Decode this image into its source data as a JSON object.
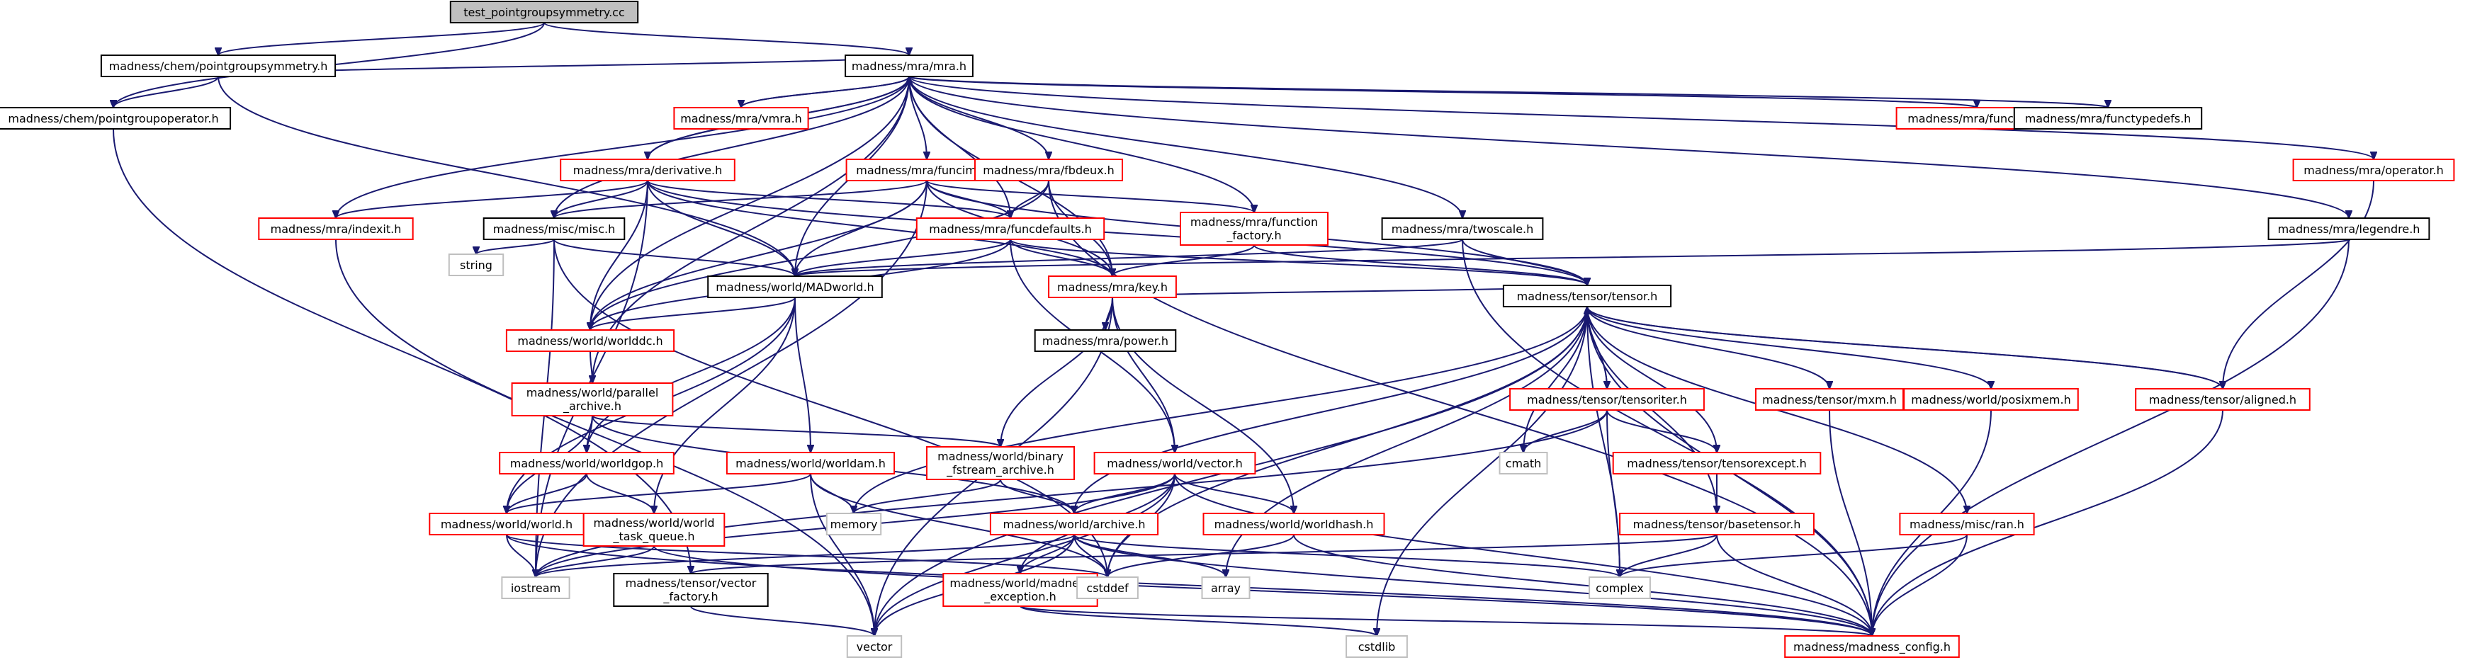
{
  "root_file": "test_pointgroupsymmetry.cc",
  "colors": {
    "root_fill": "#bfbfbf",
    "documented_border": "#000000",
    "undocumented_border": "#ff0000",
    "system_border": "#bfbfbf",
    "edge": "#191970"
  },
  "nodes": [
    {
      "id": "root",
      "label": "test_pointgroupsymmetry.cc",
      "kind": "root"
    },
    {
      "id": "pgsym",
      "label": "madness/chem/pointgroupsymmetry.h",
      "kind": "documented"
    },
    {
      "id": "mra",
      "label": "madness/mra/mra.h",
      "kind": "documented"
    },
    {
      "id": "pgop",
      "label": "madness/chem/pointgroupoperator.h",
      "kind": "documented"
    },
    {
      "id": "vmra",
      "label": "madness/mra/vmra.h",
      "kind": "undocumented"
    },
    {
      "id": "funcplot",
      "label": "madness/mra/funcplot.h",
      "kind": "undocumented"
    },
    {
      "id": "functypedefs",
      "label": "madness/mra/functypedefs.h",
      "kind": "documented"
    },
    {
      "id": "operator",
      "label": "madness/mra/operator.h",
      "kind": "undocumented"
    },
    {
      "id": "derivative",
      "label": "madness/mra/derivative.h",
      "kind": "undocumented"
    },
    {
      "id": "funcimpl",
      "label": "madness/mra/funcimpl.h",
      "kind": "undocumented"
    },
    {
      "id": "fbdeux",
      "label": "madness/mra/fbdeux.h",
      "kind": "undocumented"
    },
    {
      "id": "indexit",
      "label": "madness/mra/indexit.h",
      "kind": "undocumented"
    },
    {
      "id": "misc",
      "label": "madness/misc/misc.h",
      "kind": "documented"
    },
    {
      "id": "funcdefaults",
      "label": "madness/mra/funcdefaults.h",
      "kind": "undocumented"
    },
    {
      "id": "funcfactory",
      "label": "madness/mra/function\n_factory.h",
      "kind": "undocumented"
    },
    {
      "id": "twoscale",
      "label": "madness/mra/twoscale.h",
      "kind": "documented"
    },
    {
      "id": "legendre",
      "label": "madness/mra/legendre.h",
      "kind": "documented"
    },
    {
      "id": "string",
      "label": "string",
      "kind": "system"
    },
    {
      "id": "madworld",
      "label": "madness/world/MADworld.h",
      "kind": "documented"
    },
    {
      "id": "key",
      "label": "madness/mra/key.h",
      "kind": "undocumented"
    },
    {
      "id": "worlddc",
      "label": "madness/world/worlddc.h",
      "kind": "undocumented"
    },
    {
      "id": "power",
      "label": "madness/mra/power.h",
      "kind": "documented"
    },
    {
      "id": "tensor",
      "label": "madness/tensor/tensor.h",
      "kind": "documented"
    },
    {
      "id": "parallel",
      "label": "madness/world/parallel\n_archive.h",
      "kind": "undocumented"
    },
    {
      "id": "tensoriter",
      "label": "madness/tensor/tensoriter.h",
      "kind": "undocumented"
    },
    {
      "id": "mxm",
      "label": "madness/tensor/mxm.h",
      "kind": "undocumented"
    },
    {
      "id": "posixmem",
      "label": "madness/world/posixmem.h",
      "kind": "undocumented"
    },
    {
      "id": "aligned",
      "label": "madness/tensor/aligned.h",
      "kind": "undocumented"
    },
    {
      "id": "worldgop",
      "label": "madness/world/worldgop.h",
      "kind": "undocumented"
    },
    {
      "id": "worldam",
      "label": "madness/world/worldam.h",
      "kind": "undocumented"
    },
    {
      "id": "binfstream",
      "label": "madness/world/binary\n_fstream_archive.h",
      "kind": "undocumented"
    },
    {
      "id": "vectorh",
      "label": "madness/world/vector.h",
      "kind": "undocumented"
    },
    {
      "id": "cmath",
      "label": "cmath",
      "kind": "system"
    },
    {
      "id": "tensorexcept",
      "label": "madness/tensor/tensorexcept.h",
      "kind": "undocumented"
    },
    {
      "id": "worldh",
      "label": "madness/world/world.h",
      "kind": "undocumented"
    },
    {
      "id": "taskqueue",
      "label": "madness/world/world\n_task_queue.h",
      "kind": "undocumented"
    },
    {
      "id": "memory",
      "label": "memory",
      "kind": "system"
    },
    {
      "id": "archive",
      "label": "madness/world/archive.h",
      "kind": "undocumented"
    },
    {
      "id": "worldhash",
      "label": "madness/world/worldhash.h",
      "kind": "undocumented"
    },
    {
      "id": "basetensor",
      "label": "madness/tensor/basetensor.h",
      "kind": "undocumented"
    },
    {
      "id": "ran",
      "label": "madness/misc/ran.h",
      "kind": "undocumented"
    },
    {
      "id": "iostream",
      "label": "iostream",
      "kind": "system"
    },
    {
      "id": "vecfactory",
      "label": "madness/tensor/vector\n_factory.h",
      "kind": "documented"
    },
    {
      "id": "madexcept",
      "label": "madness/world/madness\n_exception.h",
      "kind": "undocumented"
    },
    {
      "id": "cstddef",
      "label": "cstddef",
      "kind": "system"
    },
    {
      "id": "array",
      "label": "array",
      "kind": "system"
    },
    {
      "id": "complex",
      "label": "complex",
      "kind": "system"
    },
    {
      "id": "vector",
      "label": "vector",
      "kind": "system"
    },
    {
      "id": "cstdlib",
      "label": "cstdlib",
      "kind": "system"
    },
    {
      "id": "config",
      "label": "madness/madness_config.h",
      "kind": "undocumented"
    }
  ],
  "edges": [
    [
      "root",
      "pgsym"
    ],
    [
      "root",
      "mra"
    ],
    [
      "root",
      "pgop"
    ],
    [
      "pgsym",
      "pgop"
    ],
    [
      "pgsym",
      "mra"
    ],
    [
      "pgsym",
      "madworld"
    ],
    [
      "pgop",
      "vecfactory"
    ],
    [
      "mra",
      "vmra"
    ],
    [
      "mra",
      "funcplot"
    ],
    [
      "mra",
      "functypedefs"
    ],
    [
      "mra",
      "operator"
    ],
    [
      "mra",
      "derivative"
    ],
    [
      "mra",
      "funcimpl"
    ],
    [
      "mra",
      "fbdeux"
    ],
    [
      "mra",
      "indexit"
    ],
    [
      "mra",
      "misc"
    ],
    [
      "mra",
      "funcdefaults"
    ],
    [
      "mra",
      "funcfactory"
    ],
    [
      "mra",
      "twoscale"
    ],
    [
      "mra",
      "legendre"
    ],
    [
      "mra",
      "madworld"
    ],
    [
      "mra",
      "key"
    ],
    [
      "mra",
      "worlddc"
    ],
    [
      "mra",
      "parallel"
    ],
    [
      "vmra",
      "mra"
    ],
    [
      "operator",
      "aligned"
    ],
    [
      "derivative",
      "mra"
    ],
    [
      "derivative",
      "indexit"
    ],
    [
      "derivative",
      "misc"
    ],
    [
      "derivative",
      "funcdefaults"
    ],
    [
      "derivative",
      "madworld"
    ],
    [
      "derivative",
      "key"
    ],
    [
      "derivative",
      "worlddc"
    ],
    [
      "derivative",
      "iostream"
    ],
    [
      "derivative",
      "tensor"
    ],
    [
      "funcimpl",
      "misc"
    ],
    [
      "funcimpl",
      "funcdefaults"
    ],
    [
      "funcimpl",
      "funcfactory"
    ],
    [
      "funcimpl",
      "madworld"
    ],
    [
      "funcimpl",
      "key"
    ],
    [
      "funcimpl",
      "worlddc"
    ],
    [
      "funcimpl",
      "tensor"
    ],
    [
      "funcimpl",
      "iostream"
    ],
    [
      "fbdeux",
      "funcdefaults"
    ],
    [
      "fbdeux",
      "key"
    ],
    [
      "fbdeux",
      "worlddc"
    ],
    [
      "fbdeux",
      "config"
    ],
    [
      "indexit",
      "vector"
    ],
    [
      "misc",
      "string"
    ],
    [
      "misc",
      "iostream"
    ],
    [
      "misc",
      "madworld"
    ],
    [
      "misc",
      "cstddef"
    ],
    [
      "funcdefaults",
      "madworld"
    ],
    [
      "funcdefaults",
      "key"
    ],
    [
      "funcdefaults",
      "tensor"
    ],
    [
      "funcdefaults",
      "vectorh"
    ],
    [
      "funcdefaults",
      "worlddc"
    ],
    [
      "funcfactory",
      "key"
    ],
    [
      "funcfactory",
      "tensor"
    ],
    [
      "twoscale",
      "tensor"
    ],
    [
      "twoscale",
      "madworld"
    ],
    [
      "twoscale",
      "config"
    ],
    [
      "legendre",
      "madworld"
    ],
    [
      "legendre",
      "config"
    ],
    [
      "madworld",
      "worlddc"
    ],
    [
      "madworld",
      "worldgop"
    ],
    [
      "madworld",
      "worldam"
    ],
    [
      "madworld",
      "worldh"
    ],
    [
      "madworld",
      "taskqueue"
    ],
    [
      "key",
      "power"
    ],
    [
      "key",
      "vectorh"
    ],
    [
      "key",
      "worldhash"
    ],
    [
      "key",
      "binfstream"
    ],
    [
      "key",
      "tensor"
    ],
    [
      "key",
      "vector"
    ],
    [
      "worlddc",
      "parallel"
    ],
    [
      "tensor",
      "tensoriter"
    ],
    [
      "tensor",
      "mxm"
    ],
    [
      "tensor",
      "posixmem"
    ],
    [
      "tensor",
      "aligned"
    ],
    [
      "tensor",
      "cmath"
    ],
    [
      "tensor",
      "tensorexcept"
    ],
    [
      "tensor",
      "basetensor"
    ],
    [
      "tensor",
      "ran"
    ],
    [
      "tensor",
      "complex"
    ],
    [
      "tensor",
      "config"
    ],
    [
      "tensor",
      "vector"
    ],
    [
      "tensor",
      "cstddef"
    ],
    [
      "tensor",
      "cstdlib"
    ],
    [
      "tensor",
      "array"
    ],
    [
      "tensor",
      "memory"
    ],
    [
      "tensor",
      "archive"
    ],
    [
      "tensoriter",
      "tensor"
    ],
    [
      "tensoriter",
      "cmath"
    ],
    [
      "tensoriter",
      "tensorexcept"
    ],
    [
      "tensoriter",
      "complex"
    ],
    [
      "tensoriter",
      "iostream"
    ],
    [
      "mxm",
      "config"
    ],
    [
      "posixmem",
      "config"
    ],
    [
      "aligned",
      "tensor"
    ],
    [
      "aligned",
      "config"
    ],
    [
      "parallel",
      "worldgop"
    ],
    [
      "parallel",
      "worldh"
    ],
    [
      "parallel",
      "archive"
    ],
    [
      "parallel",
      "binfstream"
    ],
    [
      "worldgop",
      "worldh"
    ],
    [
      "worldgop",
      "taskqueue"
    ],
    [
      "worldam",
      "worldh"
    ],
    [
      "worldam",
      "memory"
    ],
    [
      "worldam",
      "vector"
    ],
    [
      "worldam",
      "cstddef"
    ],
    [
      "binfstream",
      "archive"
    ],
    [
      "binfstream",
      "memory"
    ],
    [
      "vectorh",
      "archive"
    ],
    [
      "vectorh",
      "worldhash"
    ],
    [
      "vectorh",
      "madexcept"
    ],
    [
      "vectorh",
      "vector"
    ],
    [
      "vectorh",
      "iostream"
    ],
    [
      "vectorh",
      "config"
    ],
    [
      "vectorh",
      "cstddef"
    ],
    [
      "tensorexcept",
      "basetensor"
    ],
    [
      "worldh",
      "iostream"
    ],
    [
      "worldh",
      "cstddef"
    ],
    [
      "worldh",
      "config"
    ],
    [
      "taskqueue",
      "iostream"
    ],
    [
      "taskqueue",
      "config"
    ],
    [
      "archive",
      "madexcept"
    ],
    [
      "archive",
      "iostream"
    ],
    [
      "archive",
      "cstddef"
    ],
    [
      "archive",
      "array"
    ],
    [
      "archive",
      "vector"
    ],
    [
      "archive",
      "complex"
    ],
    [
      "archive",
      "config"
    ],
    [
      "worldhash",
      "cstddef"
    ],
    [
      "worldhash",
      "config"
    ],
    [
      "basetensor",
      "complex"
    ],
    [
      "basetensor",
      "vecfactory"
    ],
    [
      "basetensor",
      "config"
    ],
    [
      "ran",
      "complex"
    ],
    [
      "ran",
      "config"
    ],
    [
      "vecfactory",
      "vector"
    ],
    [
      "madexcept",
      "cstdlib"
    ],
    [
      "madexcept",
      "config"
    ]
  ]
}
